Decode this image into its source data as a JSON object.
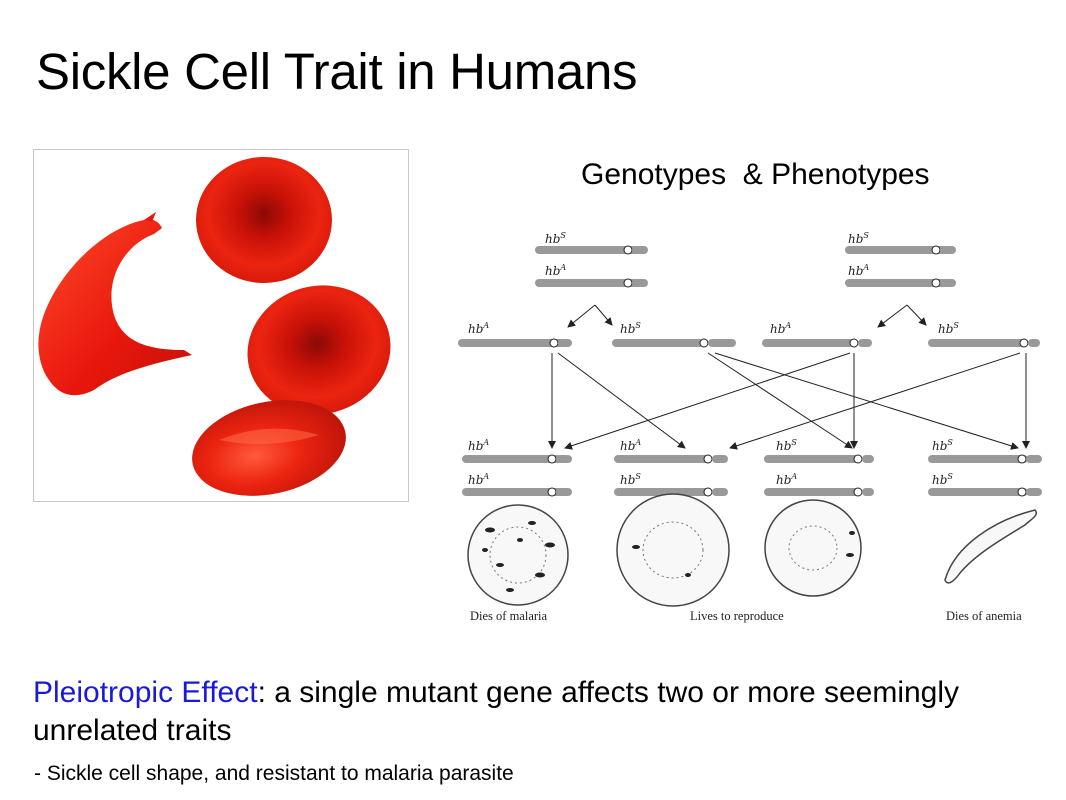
{
  "slide": {
    "title": "Sickle Cell Trait in Humans",
    "subtitle": "Genotypes  & Phenotypes"
  },
  "diagram": {
    "parents": [
      {
        "top": "hbS",
        "bottom": "hbA"
      },
      {
        "top": "hbS",
        "bottom": "hbA"
      }
    ],
    "gametes": [
      "hbA",
      "hbS",
      "hbA",
      "hbS"
    ],
    "offspring": [
      {
        "top": "hbA",
        "bottom": "hbA"
      },
      {
        "top": "hbA",
        "bottom": "hbS"
      },
      {
        "top": "hbS",
        "bottom": "hbA"
      },
      {
        "top": "hbS",
        "bottom": "hbS"
      }
    ],
    "outcomes": {
      "left": "Dies of malaria",
      "middle": "Lives to reproduce",
      "right": "Dies of anemia"
    }
  },
  "definition": {
    "term": "Pleiotropic Effect",
    "text": ": a single mutant gene affects two or more seemingly unrelated traits",
    "note": "- Sickle cell shape, and resistant to malaria parasite"
  },
  "colors": {
    "term": "#1a1ad6",
    "blood_cell": "#e8160c"
  }
}
